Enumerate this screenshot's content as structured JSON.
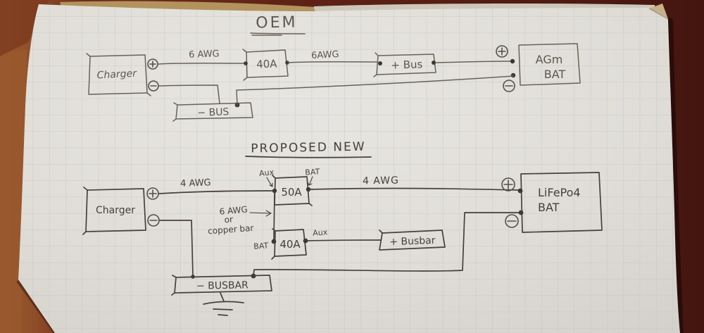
{
  "photo_subject": "hand-drawn battery wiring schematic on graph paper",
  "colors": {
    "paper": "#e9e7e2",
    "grid_line": "#c6ccd1",
    "pencil": "#45403a",
    "wood_left": "#9a5e30",
    "wood_right": "#471711",
    "torn_edge_tan": "#b2935e",
    "torn_edge_gray": "#cdc7ba"
  },
  "icons": {
    "positive_terminal": "⊕",
    "negative_terminal": "⊖",
    "ground": "⏚",
    "junction_dot": "•",
    "arrow_right": "→"
  },
  "oem": {
    "title": "OEM",
    "charger": "Charger",
    "wire1": "6 AWG",
    "fuse": "40A",
    "wire2": "6AWG",
    "pos_bus": "+ Bus",
    "neg_bus": "− BUS",
    "battery1": "AGm",
    "battery2": "BAT"
  },
  "proposed": {
    "title": "PROPOSED NEW",
    "charger": "Charger",
    "wire1": "4 AWG",
    "relay": "50A",
    "relay_aux": "Aux",
    "relay_bat": "BAT",
    "note1": "6 AWG",
    "note2": "or",
    "note3": "copper bar",
    "fuse": "40A",
    "fuse_bat": "BAT",
    "fuse_aux": "Aux",
    "wire2": "4 AWG",
    "pos_busbar": "+ Busbar",
    "neg_busbar": "− BUSBAR",
    "battery1": "LiFePo4",
    "battery2": "BAT"
  }
}
